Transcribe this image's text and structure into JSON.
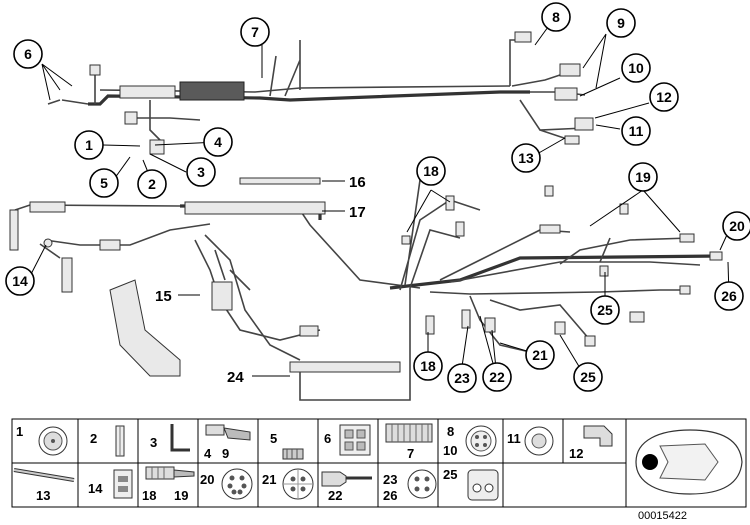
{
  "callouts": [
    "1",
    "2",
    "3",
    "4",
    "5",
    "6",
    "7",
    "8",
    "9",
    "10",
    "11",
    "12",
    "13",
    "14",
    "18",
    "19",
    "20",
    "21",
    "22",
    "23",
    "25",
    "25",
    "26",
    "18"
  ],
  "bare_labels": [
    "15",
    "16",
    "17",
    "24"
  ],
  "legend": {
    "row1": [
      {
        "labels": [
          "1"
        ],
        "icon": "round-connector-icon"
      },
      {
        "labels": [
          "2"
        ],
        "icon": "tube-fuse-icon"
      },
      {
        "labels": [
          "3"
        ],
        "icon": "l-bracket-icon"
      },
      {
        "labels": [
          "4",
          "9"
        ],
        "icon": "plug-connector-icon"
      },
      {
        "labels": [
          "5"
        ],
        "icon": "bolt-icon"
      },
      {
        "labels": [
          "6"
        ],
        "icon": "block-connector-icon"
      },
      {
        "labels": [
          "7"
        ],
        "icon": "corrugated-sleeve-icon"
      },
      {
        "labels": [
          "8",
          "10"
        ],
        "icon": "multi-pin-round-icon"
      },
      {
        "labels": [
          "11"
        ],
        "icon": "round-socket-icon"
      },
      {
        "labels": [
          "12"
        ],
        "icon": "angled-plug-icon"
      }
    ],
    "row2": [
      {
        "labels": [
          "13"
        ],
        "icon": "cable-tie-icon"
      },
      {
        "labels": [
          "14"
        ],
        "icon": "rectangular-socket-icon"
      },
      {
        "labels": [
          "18",
          "19"
        ],
        "icon": "sleeve-connector-icon"
      },
      {
        "labels": [
          "20"
        ],
        "icon": "six-pin-round-icon"
      },
      {
        "labels": [
          "21"
        ],
        "icon": "four-pin-round-icon"
      },
      {
        "labels": [
          "22"
        ],
        "icon": "inline-plug-icon"
      },
      {
        "labels": [
          "23",
          "26"
        ],
        "icon": "four-pin-socket-icon"
      },
      {
        "labels": [
          "25"
        ],
        "icon": "two-pin-housing-icon"
      }
    ],
    "car_icon": "car-topview-icon"
  },
  "image_id": "00015422"
}
